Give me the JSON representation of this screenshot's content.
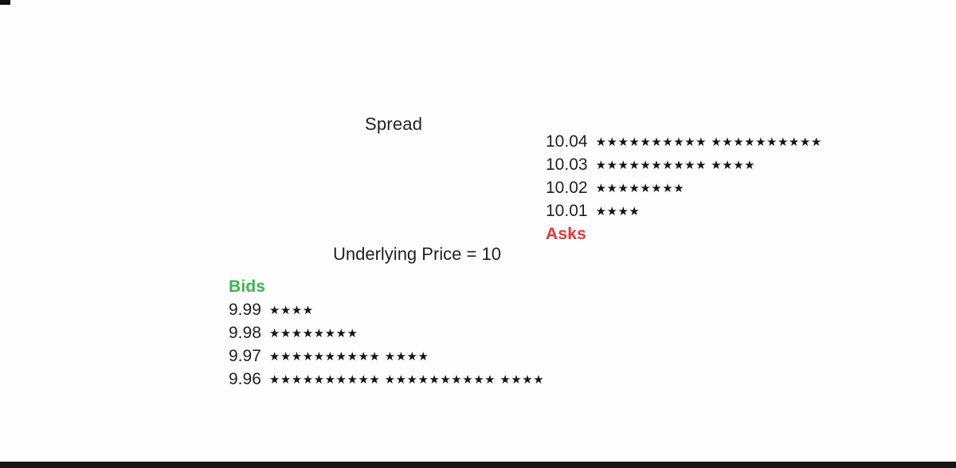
{
  "spread_label": "Spread",
  "underlying_price_label": "Underlying Price = 10",
  "star_glyph": "★",
  "colors": {
    "asks": "#e8323c",
    "bids": "#3cb54e",
    "text": "#231f20",
    "bottom_bar": "#161616"
  },
  "asks": {
    "label": "Asks"
  },
  "bids": {
    "label": "Bids"
  },
  "chart_data": {
    "type": "bar",
    "title": "Spread",
    "annotation": "Underlying Price = 10",
    "orientation": "horizontal-pictograph",
    "glyph": "★",
    "glyph_unit": "1 order unit per star, grouped in tens",
    "series": [
      {
        "name": "Asks",
        "color": "#e8323c",
        "categories": [
          "10.04",
          "10.03",
          "10.02",
          "10.01"
        ],
        "values": [
          20,
          14,
          8,
          4
        ]
      },
      {
        "name": "Bids",
        "color": "#3cb54e",
        "categories": [
          "9.99",
          "9.98",
          "9.97",
          "9.96"
        ],
        "values": [
          4,
          8,
          14,
          24
        ]
      }
    ]
  }
}
